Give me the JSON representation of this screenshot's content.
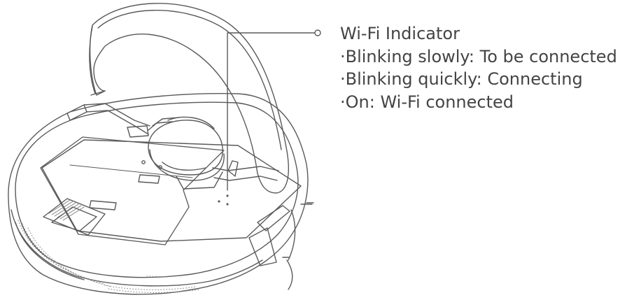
{
  "callout": {
    "title": "Wi-Fi Indicator",
    "lines": [
      "·Blinking slowly: To be connected",
      "·Blinking quickly: Connecting",
      "·On: Wi-Fi connected"
    ]
  },
  "colors": {
    "line": "#5a5a5a",
    "text": "#444444"
  },
  "icons": [
    "wifi-indicator-light"
  ]
}
